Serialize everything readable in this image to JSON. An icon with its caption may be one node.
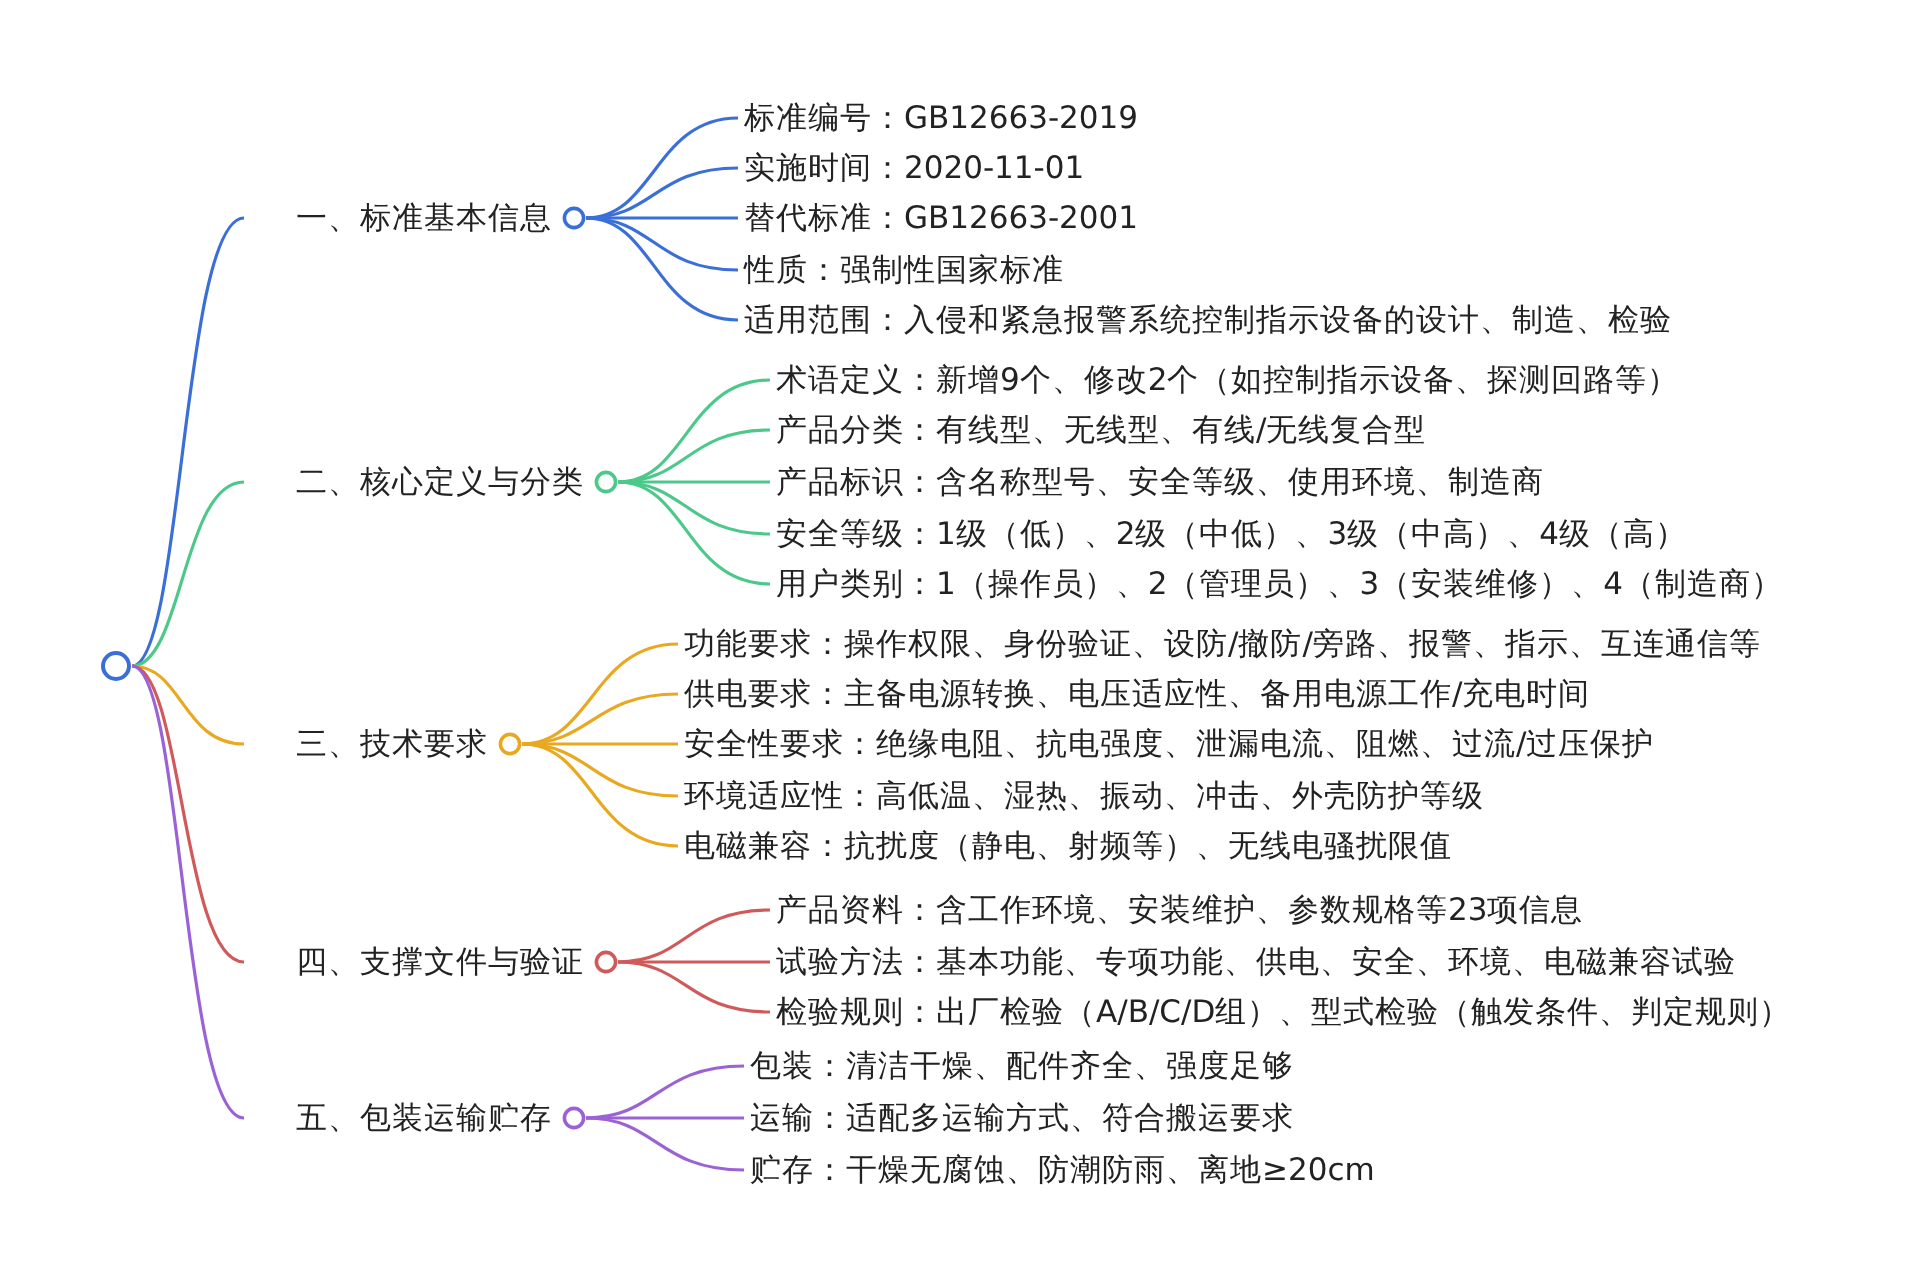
{
  "diagram": {
    "nodes": [
      {
        "text": [],
        "shape": "circle"
      },
      {
        "text": [
          "一、标准基本信息"
        ]
      },
      {
        "text": [
          "标准编号：GB12663-2019"
        ]
      },
      {
        "text": [
          "实施时间：2020-11-01"
        ]
      },
      {
        "text": [
          "替代标准：GB12663-2001"
        ]
      },
      {
        "text": [
          "性质：强制性国家标准"
        ]
      },
      {
        "text": [
          "适用范围：入侵和紧急报警系统控制指示设备的设计、制造、检验"
        ]
      },
      {
        "text": [
          "二、核心定义与分类"
        ]
      },
      {
        "text": [
          "术语定义：新增9个、修改2个（如控制指示设备、探测回路等）"
        ]
      },
      {
        "text": [
          "产品分类：有线型、无线型、有线/无线复合型"
        ]
      },
      {
        "text": [
          "产品标识：含名称型号、安全等级、使用环境、制造商"
        ]
      },
      {
        "text": [
          "安全等级：1级（低）、2级（中低）、3级（中高）、4级（高）"
        ]
      },
      {
        "text": [
          "用户类别：1（操作员）、2（管理员）、3（安装维修）、4（制造商）"
        ]
      },
      {
        "text": [
          "三、技术要求"
        ]
      },
      {
        "text": [
          "功能要求：操作权限、身份验证、设防/撤防/旁路、报警、指示、互连通信等"
        ]
      },
      {
        "text": [
          "供电要求：主备电源转换、电压适应性、备用电源工作/充电时间"
        ]
      },
      {
        "text": [
          "安全性要求：绝缘电阻、抗电强度、泄漏电流、阻燃、过流/过压保护"
        ]
      },
      {
        "text": [
          "环境适应性：高低温、湿热、振动、冲击、外壳防护等级"
        ]
      },
      {
        "text": [
          "电磁兼容：抗扰度（静电、射频等）、无线电骚扰限值"
        ]
      },
      {
        "text": [
          "四、支撑文件与验证"
        ]
      },
      {
        "text": [
          "产品资料：含工作环境、安装维护、参数规格等23项信息"
        ]
      },
      {
        "text": [
          "试验方法：基本功能、专项功能、供电、安全、环境、电磁兼容试验"
        ]
      },
      {
        "text": [
          "检验规则：出厂检验（A/B/C/D组）、型式检验（触发条件、判定规则）"
        ]
      },
      {
        "text": [
          "五、包装运输贮存"
        ]
      },
      {
        "text": [
          "包装：清洁干燥、配件齐全、强度足够"
        ]
      },
      {
        "text": [
          "运输：适配多运输方式、符合搬运要求"
        ]
      },
      {
        "text": [
          "贮存：干燥无腐蚀、防潮防雨、离地≥20cm"
        ]
      }
    ],
    "edges": [
      {
        "from": 0,
        "to": 1,
        "arrow": "none",
        "color": "#3b6fd8"
      },
      {
        "from": 1,
        "to": 2,
        "arrow": "none",
        "color": "#3b6fd8"
      },
      {
        "from": 1,
        "to": 3,
        "arrow": "none",
        "color": "#3b6fd8"
      },
      {
        "from": 1,
        "to": 4,
        "arrow": "none",
        "color": "#3b6fd8"
      },
      {
        "from": 1,
        "to": 5,
        "arrow": "none",
        "color": "#3b6fd8"
      },
      {
        "from": 1,
        "to": 6,
        "arrow": "none",
        "color": "#3b6fd8"
      },
      {
        "from": 0,
        "to": 7,
        "arrow": "none",
        "color": "#4cc98a"
      },
      {
        "from": 7,
        "to": 8,
        "arrow": "none",
        "color": "#4cc98a"
      },
      {
        "from": 7,
        "to": 9,
        "arrow": "none",
        "color": "#4cc98a"
      },
      {
        "from": 7,
        "to": 10,
        "arrow": "none",
        "color": "#4cc98a"
      },
      {
        "from": 7,
        "to": 11,
        "arrow": "none",
        "color": "#4cc98a"
      },
      {
        "from": 7,
        "to": 12,
        "arrow": "none",
        "color": "#4cc98a"
      },
      {
        "from": 0,
        "to": 13,
        "arrow": "none",
        "color": "#e8a820"
      },
      {
        "from": 13,
        "to": 14,
        "arrow": "none",
        "color": "#e8a820"
      },
      {
        "from": 13,
        "to": 15,
        "arrow": "none",
        "color": "#e8a820"
      },
      {
        "from": 13,
        "to": 16,
        "arrow": "none",
        "color": "#e8a820"
      },
      {
        "from": 13,
        "to": 17,
        "arrow": "none",
        "color": "#e8a820"
      },
      {
        "from": 13,
        "to": 18,
        "arrow": "none",
        "color": "#e8a820"
      },
      {
        "from": 0,
        "to": 19,
        "arrow": "none",
        "color": "#d05a5a"
      },
      {
        "from": 19,
        "to": 20,
        "arrow": "none",
        "color": "#d05a5a"
      },
      {
        "from": 19,
        "to": 21,
        "arrow": "none",
        "color": "#d05a5a"
      },
      {
        "from": 19,
        "to": 22,
        "arrow": "none",
        "color": "#d05a5a"
      },
      {
        "from": 0,
        "to": 23,
        "arrow": "none",
        "color": "#9b62d6"
      },
      {
        "from": 23,
        "to": 24,
        "arrow": "none",
        "color": "#9b62d6"
      },
      {
        "from": 23,
        "to": 25,
        "arrow": "none",
        "color": "#9b62d6"
      },
      {
        "from": 23,
        "to": 26,
        "arrow": "none",
        "color": "#9b62d6"
      }
    ]
  }
}
